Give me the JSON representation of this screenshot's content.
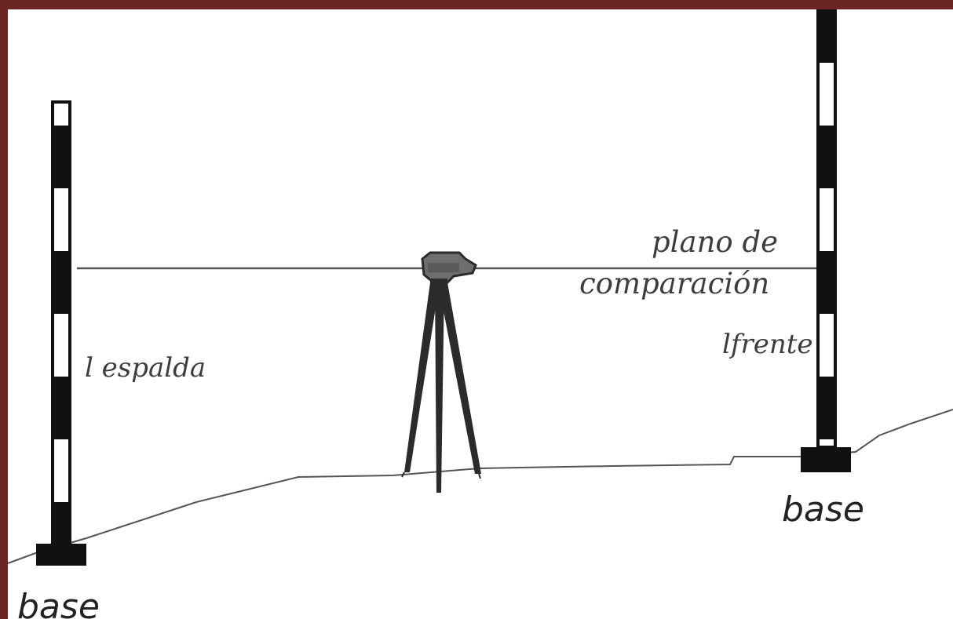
{
  "labels": {
    "espalda": "l espalda",
    "plano_line1": "plano de",
    "plano_line2": "comparación",
    "frente": "lfrente",
    "base_right": "base",
    "base_left": "base"
  },
  "colors": {
    "frame": "#6b2525",
    "rod": "#111111",
    "ground": "#555555",
    "tripod": "#2b2b2b"
  },
  "icons": {
    "instrument": "level-instrument-icon"
  }
}
